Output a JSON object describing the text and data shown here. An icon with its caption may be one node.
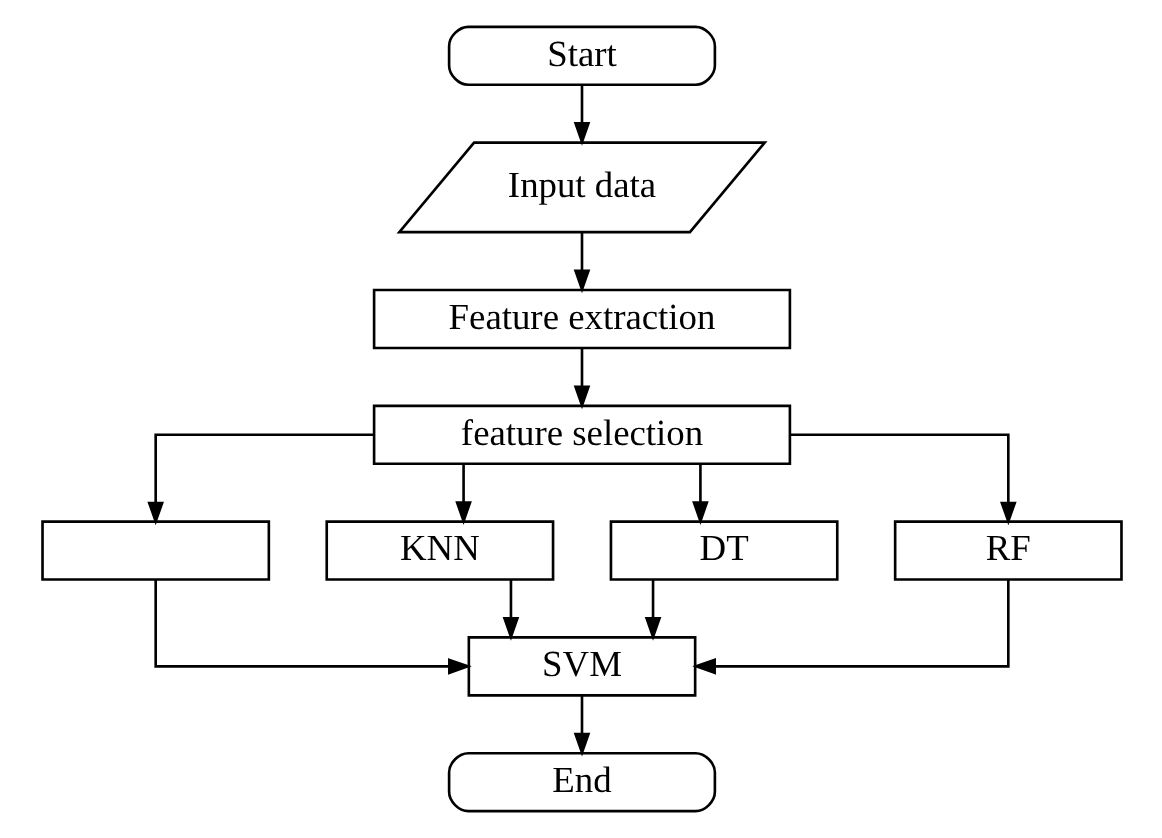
{
  "diagram": {
    "nodes": [
      {
        "text": [
          "Start"
        ]
      },
      {
        "text": [
          "Input data"
        ]
      },
      {
        "text": [
          "Feature extraction"
        ]
      },
      {
        "text": [
          "feature selection"
        ]
      },
      {
        "text": [],
        "shape": "box"
      },
      {
        "text": [
          "KNN"
        ]
      },
      {
        "text": [
          "DT"
        ]
      },
      {
        "text": [
          "RF"
        ]
      },
      {
        "text": [
          "SVM"
        ]
      },
      {
        "text": [
          "End"
        ]
      }
    ],
    "edges": [
      {
        "from": 0,
        "to": 1,
        "arrow": "to"
      },
      {
        "from": 1,
        "to": 2,
        "arrow": "to"
      },
      {
        "from": 2,
        "to": 3,
        "arrow": "to"
      },
      {
        "from": 3,
        "to": 4,
        "arrow": "to"
      },
      {
        "from": 3,
        "to": 5,
        "arrow": "to"
      },
      {
        "from": 3,
        "to": 6,
        "arrow": "to"
      },
      {
        "from": 3,
        "to": 7,
        "arrow": "to"
      },
      {
        "from": 4,
        "to": 8,
        "arrow": "to"
      },
      {
        "from": 5,
        "to": 8,
        "arrow": "to"
      },
      {
        "from": 6,
        "to": 8,
        "arrow": "to"
      },
      {
        "from": 7,
        "to": 8,
        "arrow": "to"
      },
      {
        "from": 8,
        "to": 9,
        "arrow": "to"
      }
    ]
  }
}
